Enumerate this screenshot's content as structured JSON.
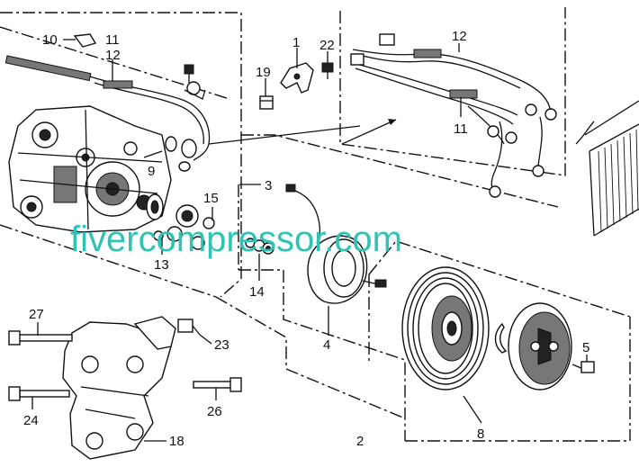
{
  "watermark": "fivercompressor.com",
  "callouts": {
    "p1": "1",
    "p2": "2",
    "p3": "3",
    "p4": "4",
    "p5": "5",
    "p8": "8",
    "p9": "9",
    "p10": "10",
    "p11a": "11",
    "p11b": "11",
    "p12a": "12",
    "p12b": "12",
    "p13": "13",
    "p14": "14",
    "p15": "15",
    "p18": "18",
    "p19": "19",
    "p22": "22",
    "p23": "23",
    "p24": "24",
    "p26": "26",
    "p27": "27"
  }
}
